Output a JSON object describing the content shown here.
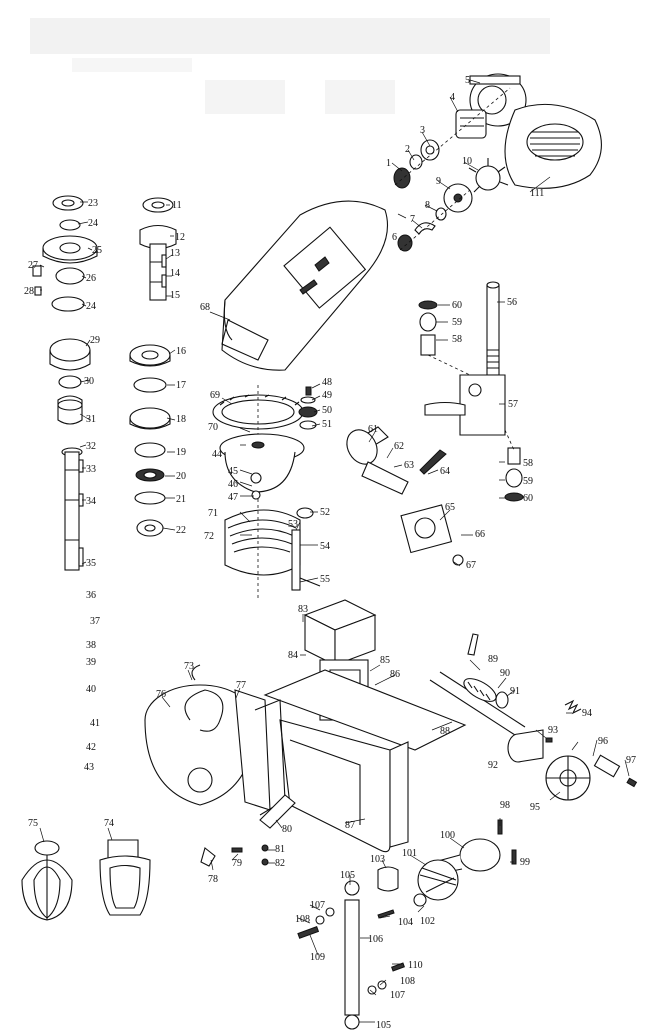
{
  "parts": [
    "1",
    "2",
    "3",
    "4",
    "5",
    "6",
    "7",
    "8",
    "9",
    "10",
    "11",
    "12",
    "13",
    "14",
    "15",
    "16",
    "17",
    "18",
    "19",
    "20",
    "21",
    "22",
    "23",
    "24",
    "25",
    "26",
    "27",
    "28",
    "29",
    "30",
    "31",
    "32",
    "33",
    "34",
    "35",
    "36",
    "37",
    "38",
    "39",
    "40",
    "41",
    "42",
    "43",
    "44",
    "45",
    "46",
    "47",
    "48",
    "49",
    "50",
    "51",
    "52",
    "53",
    "54",
    "55",
    "56",
    "57",
    "58",
    "59",
    "60",
    "61",
    "62",
    "63",
    "64",
    "65",
    "66",
    "67",
    "68",
    "69",
    "70",
    "71",
    "72",
    "73",
    "74",
    "75",
    "76",
    "77",
    "78",
    "79",
    "80",
    "81",
    "82",
    "83",
    "84",
    "85",
    "86",
    "87",
    "88",
    "89",
    "90",
    "91",
    "92",
    "93",
    "94",
    "95",
    "96",
    "97",
    "98",
    "99",
    "100",
    "101",
    "102",
    "103",
    "104",
    "105",
    "106",
    "107",
    "108",
    "109",
    "110",
    "111"
  ],
  "repeat_labels": {
    "p24b": "24",
    "p58b": "58",
    "p59b": "59",
    "p60b": "60",
    "p105b": "105",
    "p107b": "107",
    "p108b": "108"
  }
}
